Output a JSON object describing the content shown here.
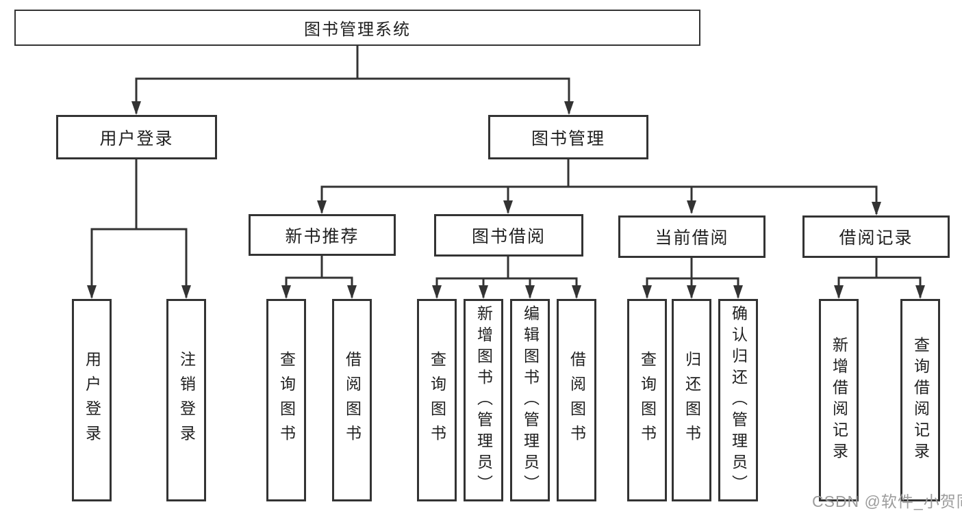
{
  "colors": {
    "line": "#333333",
    "box_border": "#333333",
    "text": "#1f1f1f",
    "watermark": "#9c9c9c",
    "background": "#ffffff"
  },
  "watermark": {
    "text": "CSDN @软件_小贺同学"
  },
  "tree": {
    "label": "图书管理系统",
    "children": [
      {
        "label": "用户登录",
        "children": [
          {
            "label": "用户登录"
          },
          {
            "label": "注销登录"
          }
        ]
      },
      {
        "label": "图书管理",
        "children": [
          {
            "label": "新书推荐",
            "children": [
              {
                "label": "查询图书"
              },
              {
                "label": "借阅图书"
              }
            ]
          },
          {
            "label": "图书借阅",
            "children": [
              {
                "label": "查询图书"
              },
              {
                "label": "新增图书（管理员）"
              },
              {
                "label": "编辑图书（管理员）"
              },
              {
                "label": "借阅图书"
              }
            ]
          },
          {
            "label": "当前借阅",
            "children": [
              {
                "label": "查询图书"
              },
              {
                "label": "归还图书"
              },
              {
                "label": "确认归还（管理员）"
              }
            ]
          },
          {
            "label": "借阅记录",
            "children": [
              {
                "label": "新增借阅记录"
              },
              {
                "label": "查询借阅记录"
              }
            ]
          }
        ]
      }
    ]
  }
}
